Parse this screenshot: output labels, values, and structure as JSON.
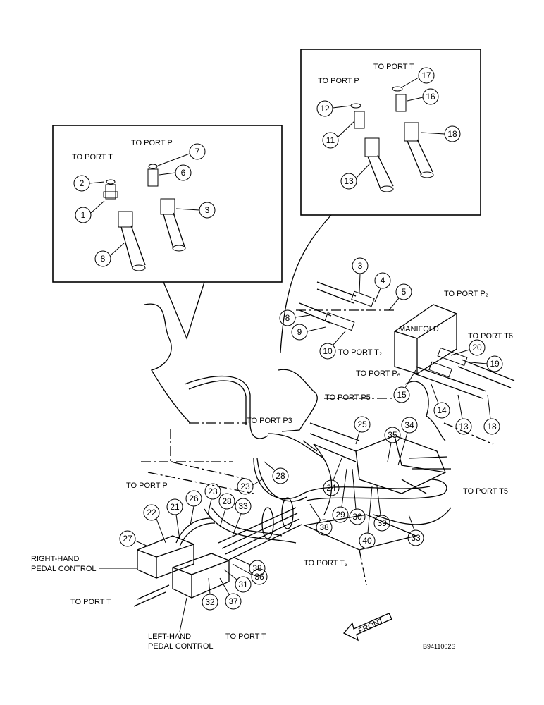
{
  "labels": {
    "port_t_inset_left": "TO PORT T",
    "port_p_inset_left": "TO PORT P",
    "port_t_inset_right": "TO PORT T",
    "port_p_inset_right": "TO PORT P",
    "port_p2": "TO PORT P₂",
    "port_t6": "TO PORT T6",
    "port_t2": "TO PORT T₂",
    "port_p6": "TO PORT P₆",
    "port_p5": "TO PORT P5",
    "port_p3": "TO PORT P3",
    "port_t5": "TO PORT T5",
    "port_t3": "TO PORT T₃",
    "port_p_lower": "TO PORT P",
    "port_t_lower_left": "TO PORT T",
    "port_t_lower_mid": "TO PORT T",
    "manifold": "MANIFOLD",
    "right_pedal_1": "RIGHT-HAND",
    "right_pedal_2": "PEDAL CONTROL",
    "left_pedal_1": "LEFT-HAND",
    "left_pedal_2": "PEDAL CONTROL",
    "front": "FRONT",
    "figure_id": "B9411002S"
  },
  "callouts": {
    "c1": "1",
    "c2": "2",
    "c3a": "3",
    "c6": "6",
    "c7": "7",
    "c8a": "8",
    "c11": "11",
    "c12": "12",
    "c13a": "13",
    "c16": "16",
    "c17": "17",
    "c18a": "18",
    "c3b": "3",
    "c4": "4",
    "c5": "5",
    "c8b": "8",
    "c9": "9",
    "c10": "10",
    "c20": "20",
    "c19": "19",
    "c15": "15",
    "c14": "14",
    "c13b": "13",
    "c18b": "18",
    "c25": "25",
    "c35": "35",
    "c34": "34",
    "c28a": "28",
    "c24": "24",
    "c29": "29",
    "c30": "30",
    "c39": "39",
    "c40": "40",
    "c33a": "33",
    "c23a": "23",
    "c23b": "23",
    "c22": "22",
    "c21": "21",
    "c26": "26",
    "c28b": "28",
    "c33b": "33",
    "c27": "27",
    "c38a": "38",
    "c38b": "38",
    "c36": "36",
    "c31": "31",
    "c32": "32",
    "c37": "37"
  }
}
